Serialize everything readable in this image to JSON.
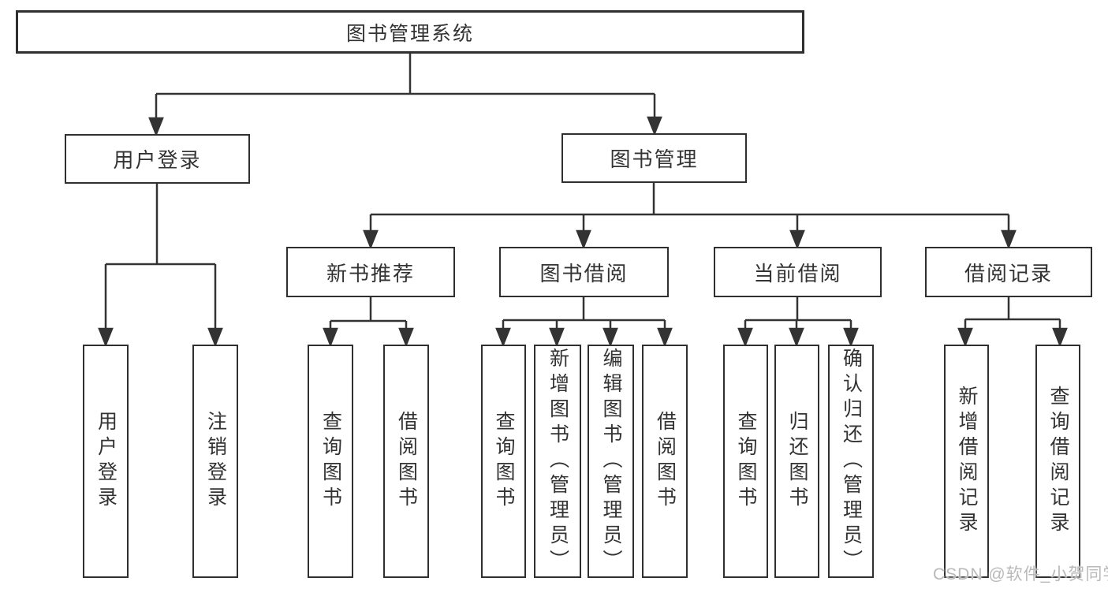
{
  "diagram": {
    "root": {
      "label": "图书管理系统",
      "children": [
        {
          "label": "用户登录",
          "children": [
            {
              "label": "用户登录"
            },
            {
              "label": "注销登录"
            }
          ]
        },
        {
          "label": "图书管理",
          "children": [
            {
              "label": "新书推荐",
              "children": [
                {
                  "label": "查询图书"
                },
                {
                  "label": "借阅图书"
                }
              ]
            },
            {
              "label": "图书借阅",
              "children": [
                {
                  "label": "查询图书"
                },
                {
                  "label": "新增图书（管理员）"
                },
                {
                  "label": "编辑图书（管理员）"
                },
                {
                  "label": "借阅图书"
                }
              ]
            },
            {
              "label": "当前借阅",
              "children": [
                {
                  "label": "查询图书"
                },
                {
                  "label": "归还图书"
                },
                {
                  "label": "确认归还（管理员）"
                }
              ]
            },
            {
              "label": "借阅记录",
              "children": [
                {
                  "label": "新增借阅记录"
                },
                {
                  "label": "查询借阅记录"
                }
              ]
            }
          ]
        }
      ]
    }
  },
  "watermark": {
    "text": "CSDN @软件_小贺同学"
  },
  "colors": {
    "line": "#333333",
    "box_border": "#2f2f2f",
    "text": "#333333",
    "background": "#ffffff",
    "watermark": "#b9b9b9"
  }
}
